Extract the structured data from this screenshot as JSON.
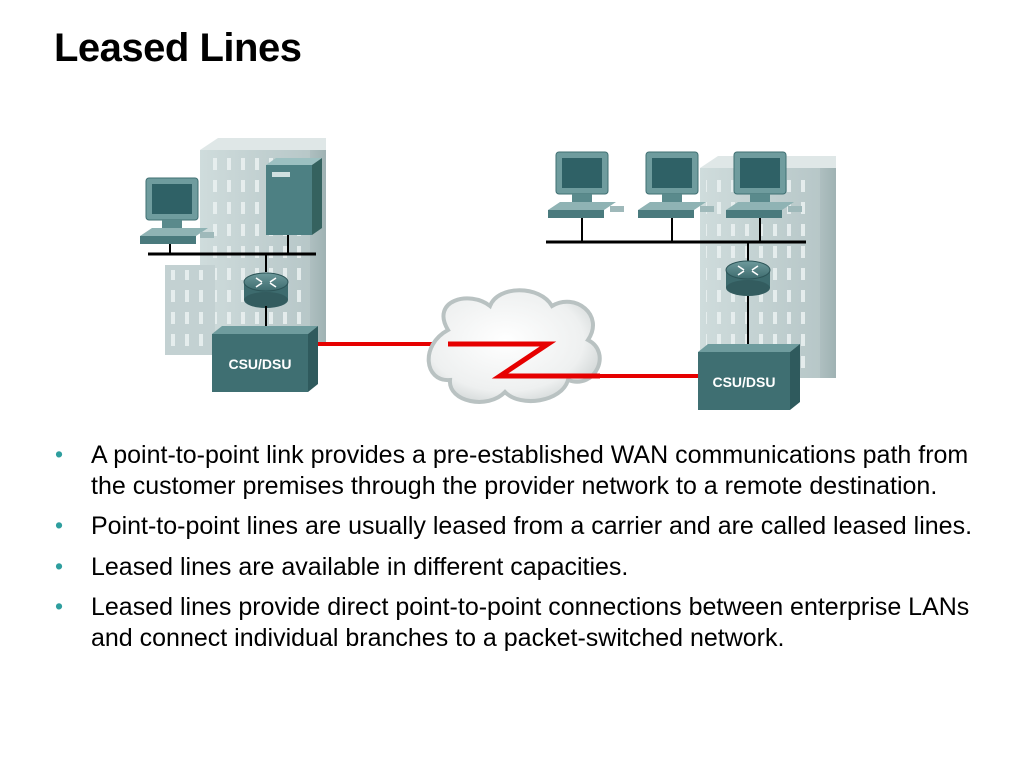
{
  "title": "Leased Lines",
  "diagram": {
    "left_device_label": "CSU/DSU",
    "right_device_label": "CSU/DSU",
    "link_color": "#e60000",
    "device_color": "#3f6f72"
  },
  "bullets": [
    {
      "text": "A point-to-point link provides a pre-established WAN communications path from the customer premises through the provider network to a remote destination."
    },
    {
      "text": "Point-to-point lines are usually leased from a carrier and are called leased lines."
    },
    {
      "text": "Leased lines are available in different capacities."
    },
    {
      "text": "Leased lines provide direct point-to-point connections between enterprise LANs and connect individual branches to a packet-switched network."
    }
  ],
  "bullet_marker": "•",
  "accent_color": "#2e9e9e"
}
